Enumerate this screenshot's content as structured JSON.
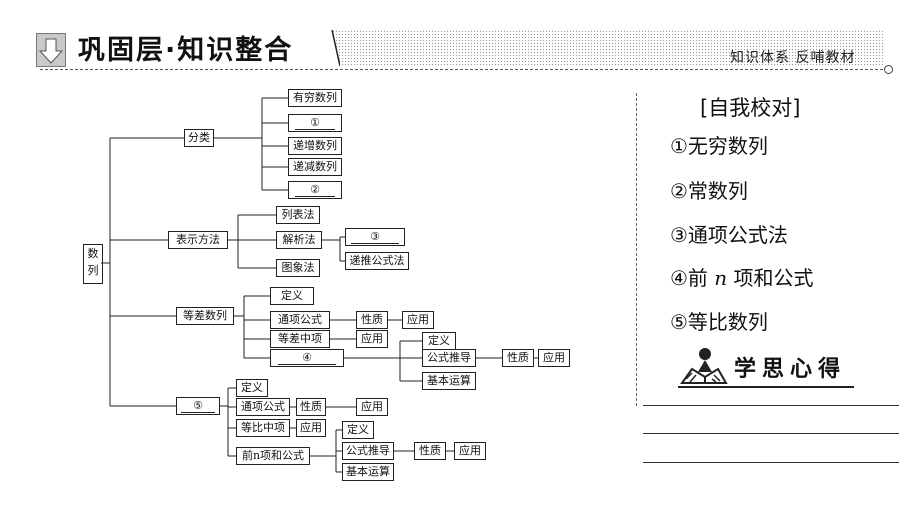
{
  "header": {
    "title": "巩固层·知识整合",
    "right_label": "知识体系  反哺教材"
  },
  "tree": {
    "root": "数列",
    "classify": {
      "label": "分类",
      "items": [
        "有穷数列",
        "①",
        "递增数列",
        "递减数列",
        "②"
      ]
    },
    "representation": {
      "label": "表示方法",
      "list_method": "列表法",
      "analytic": "解析法",
      "analytic_blank": "③",
      "recursive": "递推公式法",
      "graph": "图象法"
    },
    "arithmetic": {
      "label": "等差数列",
      "definition": "定义",
      "general_term": "通项公式",
      "property": "性质",
      "application": "应用",
      "middle_term": "等差中项",
      "middle_application": "应用",
      "blank": "④",
      "sub_definition": "定义",
      "formula_derivation": "公式推导",
      "basic_operation": "基本运算",
      "sum_property": "性质",
      "sum_application": "应用"
    },
    "geometric": {
      "label": "⑤",
      "definition": "定义",
      "general_term": "通项公式",
      "property": "性质",
      "application": "应用",
      "middle_term": "等比中项",
      "middle_application": "应用",
      "sum_label": "前n项和公式",
      "sub_definition": "定义",
      "formula_derivation": "公式推导",
      "basic_operation": "基本运算",
      "sum_property": "性质",
      "sum_application": "应用"
    }
  },
  "answers": {
    "title": "[自我校对]",
    "items": [
      "①无穷数列",
      "②常数列",
      "③通项公式法",
      "⑤等比数列"
    ],
    "item4_prefix": "④前 ",
    "item4_var": "n",
    "item4_suffix": " 项和公式"
  },
  "reflection": {
    "title": "学思心得"
  }
}
